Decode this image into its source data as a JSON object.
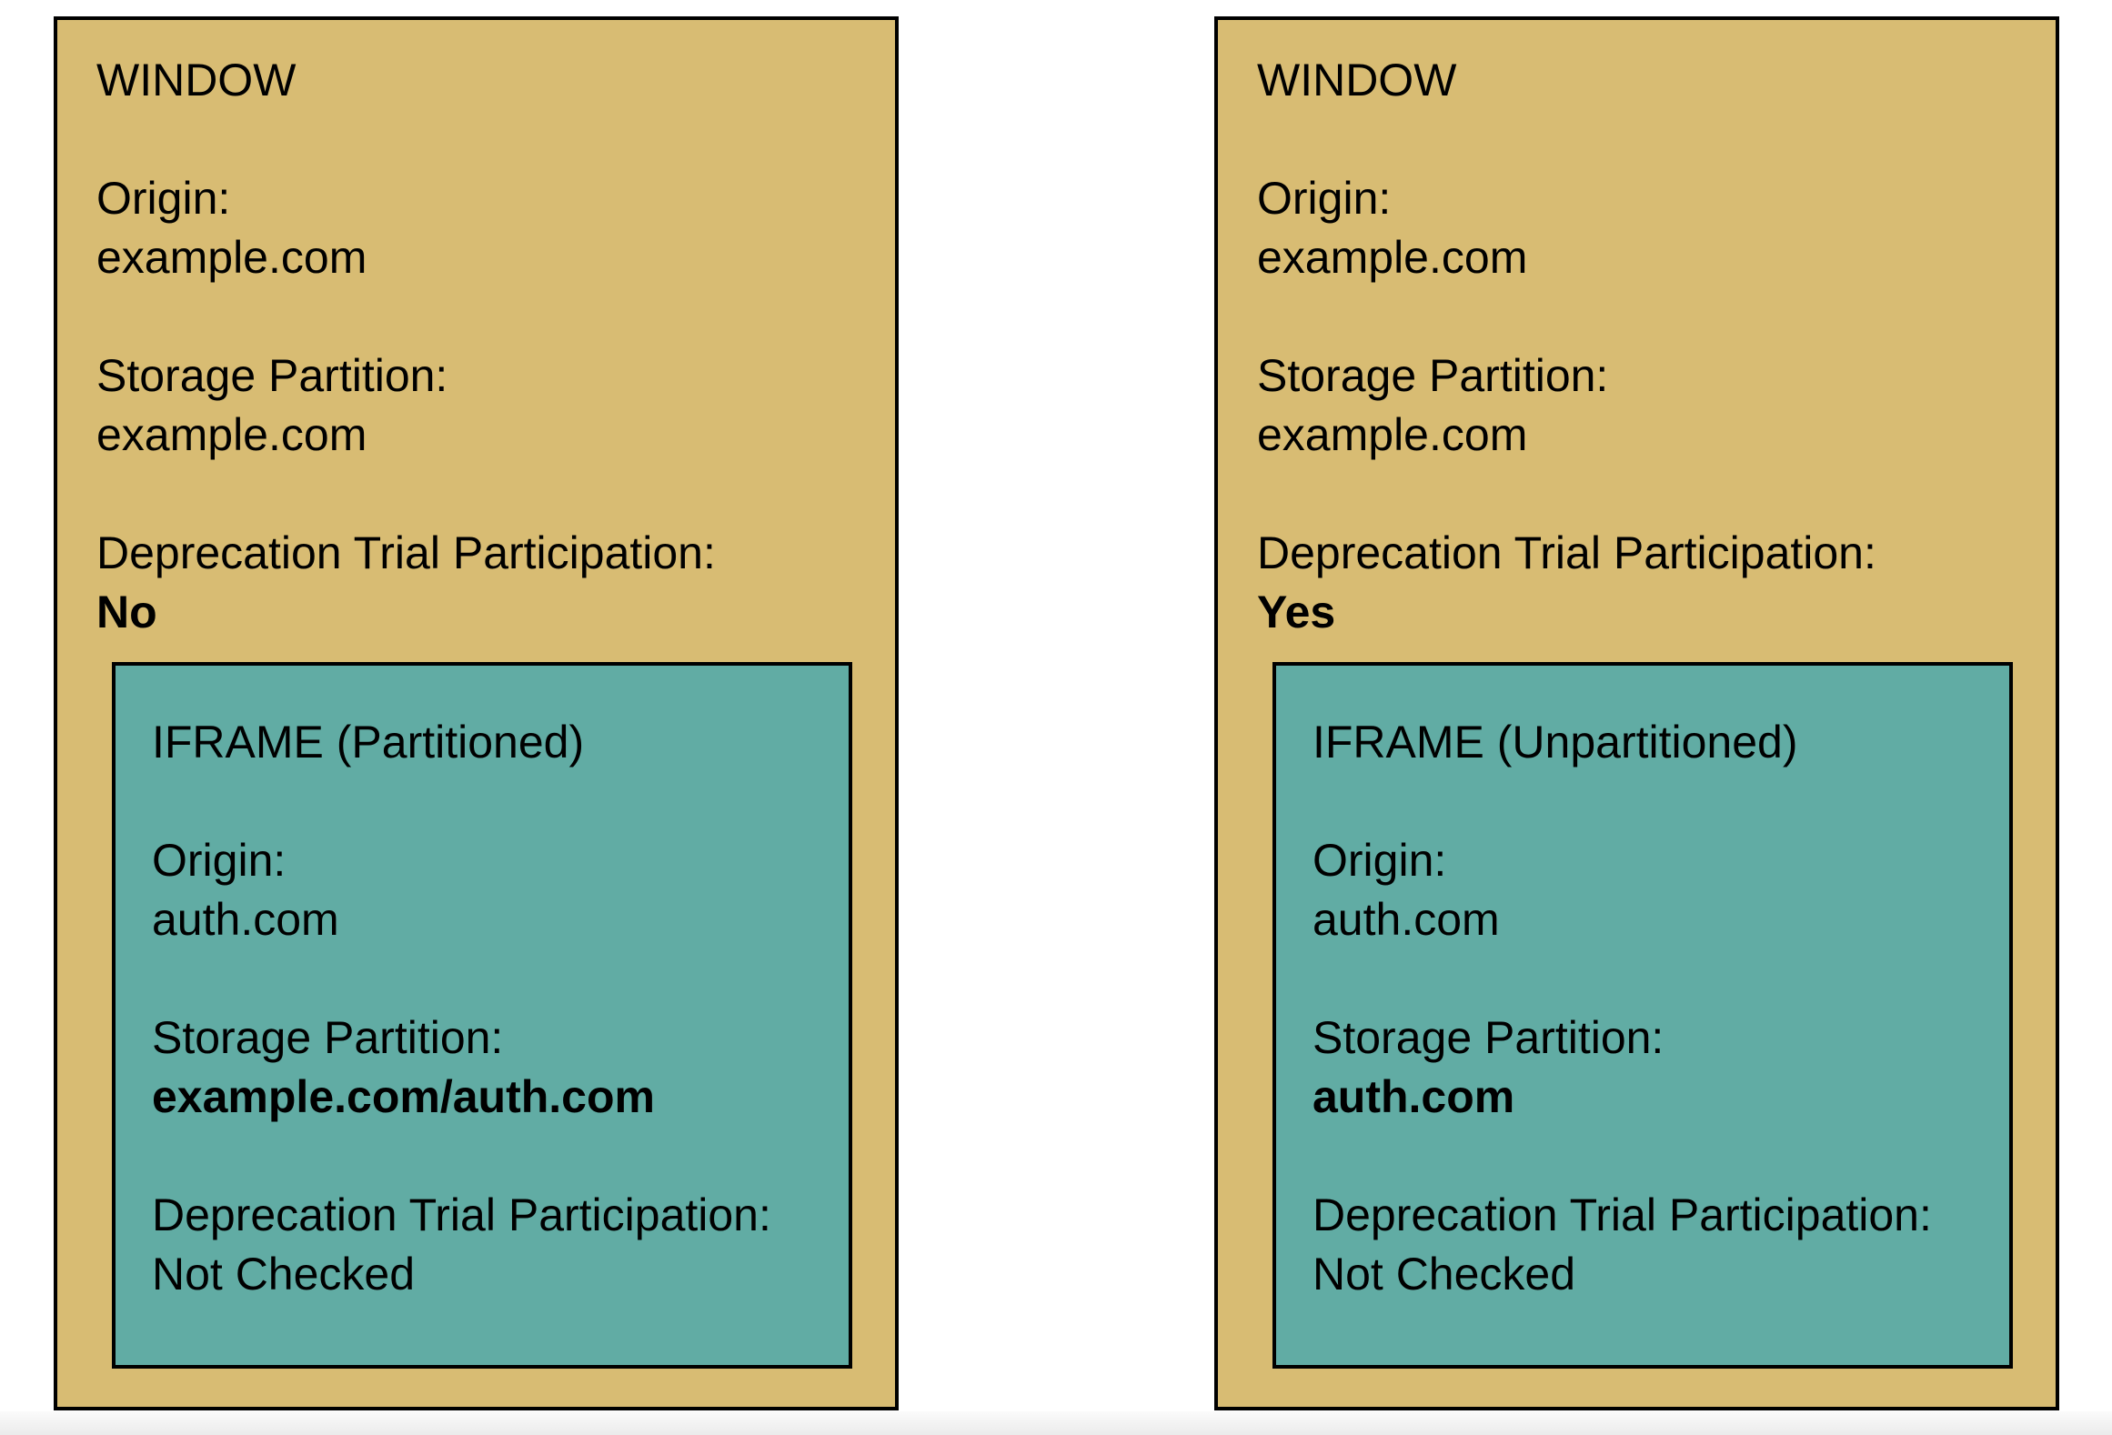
{
  "colors": {
    "window_fill": "#d8bc73",
    "iframe_fill": "#61aca4",
    "border": "#000000",
    "background": "#ffffff"
  },
  "windows": [
    {
      "title": "WINDOW",
      "origin_label": "Origin:",
      "origin_value": "example.com",
      "storage_label": "Storage Partition:",
      "storage_value": "example.com",
      "trial_label": "Deprecation Trial Participation:",
      "trial_value": "No",
      "iframe": {
        "title": "IFRAME (Partitioned)",
        "origin_label": "Origin:",
        "origin_value": "auth.com",
        "storage_label": "Storage Partition:",
        "storage_value": "example.com/auth.com",
        "trial_label": "Deprecation Trial Participation:",
        "trial_value": "Not Checked"
      }
    },
    {
      "title": "WINDOW",
      "origin_label": "Origin:",
      "origin_value": "example.com",
      "storage_label": "Storage Partition:",
      "storage_value": "example.com",
      "trial_label": "Deprecation Trial Participation:",
      "trial_value": "Yes",
      "iframe": {
        "title": "IFRAME (Unpartitioned)",
        "origin_label": "Origin:",
        "origin_value": "auth.com",
        "storage_label": "Storage Partition:",
        "storage_value": "auth.com",
        "trial_label": "Deprecation Trial Participation:",
        "trial_value": "Not Checked"
      }
    }
  ]
}
